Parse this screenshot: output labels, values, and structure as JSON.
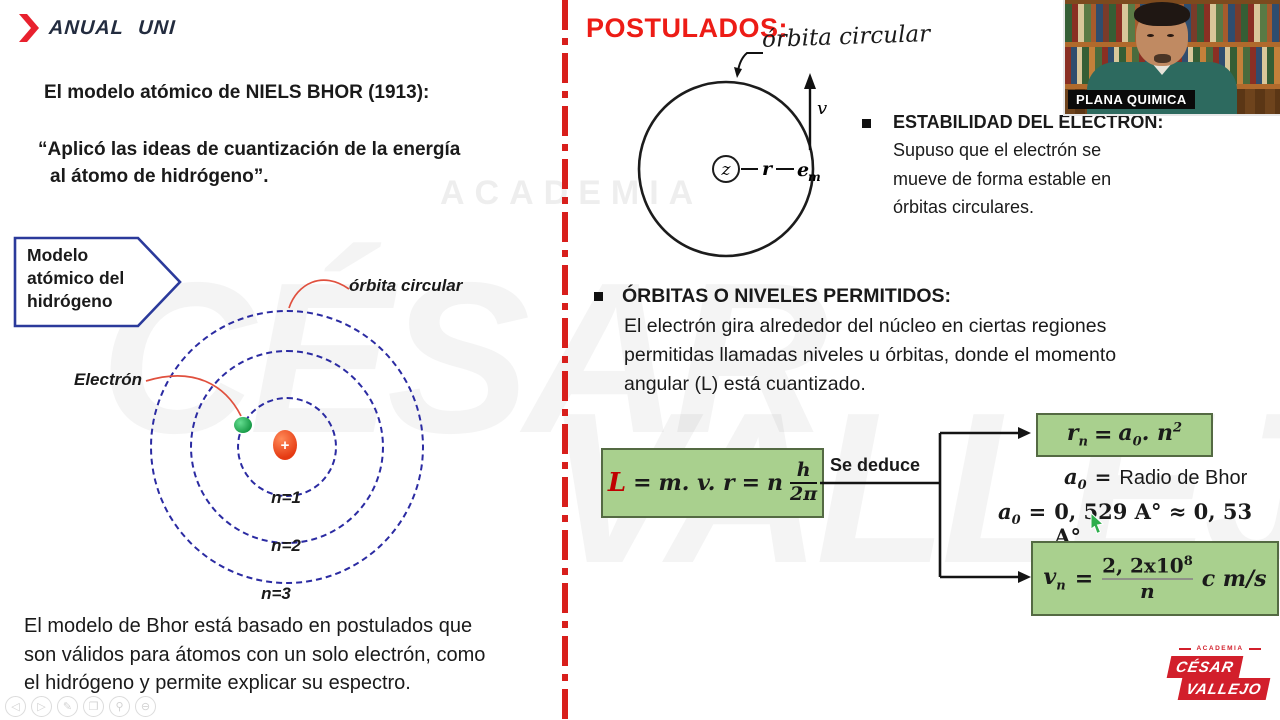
{
  "brand": {
    "logo_text": "ANUAL UNI"
  },
  "watermark": {
    "academia": "ACADEMIA",
    "ghost1": "CÉSAR",
    "ghost2": "VALLEJO"
  },
  "left": {
    "title": "El modelo atómico de NIELS BHOR (1913):",
    "quote_l1": "“Aplicó las ideas de  cuantización de la energía",
    "quote_l2": "al  átomo de hidrógeno”.",
    "callout": "Modelo atómico del hidrógeno",
    "orbit_label": "órbita circular",
    "electron_label": "Electrón",
    "nucleus_symbol": "+",
    "levels": [
      "n=1",
      "n=2",
      "n=3"
    ],
    "para_l1": "El modelo de Bhor está basado en postulados que",
    "para_l2": "son válidos para átomos con un solo electrón, como",
    "para_l3": "el hidrógeno y permite explicar su espectro."
  },
  "right": {
    "heading": "POSTULADOS:",
    "hand_label": "órbita circular",
    "diagram": {
      "z": "z",
      "r": "r",
      "e": "e",
      "m": "m",
      "v": "v"
    },
    "p1_title": "ESTABILIDAD DEL ELECTRÓN:",
    "p1_l1": "Supuso que el electrón se",
    "p1_l2": "mueve de forma estable en",
    "p1_l3": "órbitas circulares.",
    "p2_title": "ÓRBITAS O NIVELES PERMITIDOS:",
    "p2_l1": "El electrón gira alrededor del núcleo en ciertas regiones",
    "p2_l2": "permitidas llamadas niveles u órbitas, donde el momento",
    "p2_l3": "angular (L)  está cuantizado.",
    "deduce": "Se deduce",
    "f_L": {
      "L": "L",
      "eq1": "=",
      "mvr": "m. v. r",
      "eq2": "=",
      "n": "n",
      "num": "h",
      "den": "2π"
    },
    "f_r": {
      "lhs": "r",
      "lhs_sub": "n",
      "eq": "=",
      "a": "a",
      "a_sub": "0",
      "dot": ". ",
      "nvar": "n",
      "sup": "2"
    },
    "a0_def": {
      "a": "a",
      "sub": "0",
      "eq": "=",
      "text": "Radio de Bhor"
    },
    "a0_val": {
      "a": "a",
      "sub": "0",
      "eq": "=",
      "val": "0, 529 A° ≈ 0, 53 A°"
    },
    "f_v": {
      "lhs": "v",
      "lhs_sub": "n",
      "eq": "=",
      "num": "2, 2x10",
      "num_sup": "8",
      "den": "n",
      "unit": "c m/s"
    }
  },
  "webcam": {
    "label": "PLANA QUIMICA"
  },
  "footer_logo": {
    "academia": "ACADEMIA",
    "name1": "CÉSAR",
    "name2": "VALLEJO"
  },
  "player": {
    "glyphs": [
      "◁",
      "▷",
      "✎",
      "❐",
      "⚲",
      "⊖"
    ]
  },
  "colors": {
    "accent_red": "#ED1C16",
    "divider_red": "#D81F1C",
    "box_green": "#A9D08E",
    "orbit_blue": "#2B2BA2",
    "callout_blue": "#2B3A9B",
    "formula_L_red": "#C00000",
    "logo_red": "#D21F2B",
    "navy": "#232C3F"
  }
}
